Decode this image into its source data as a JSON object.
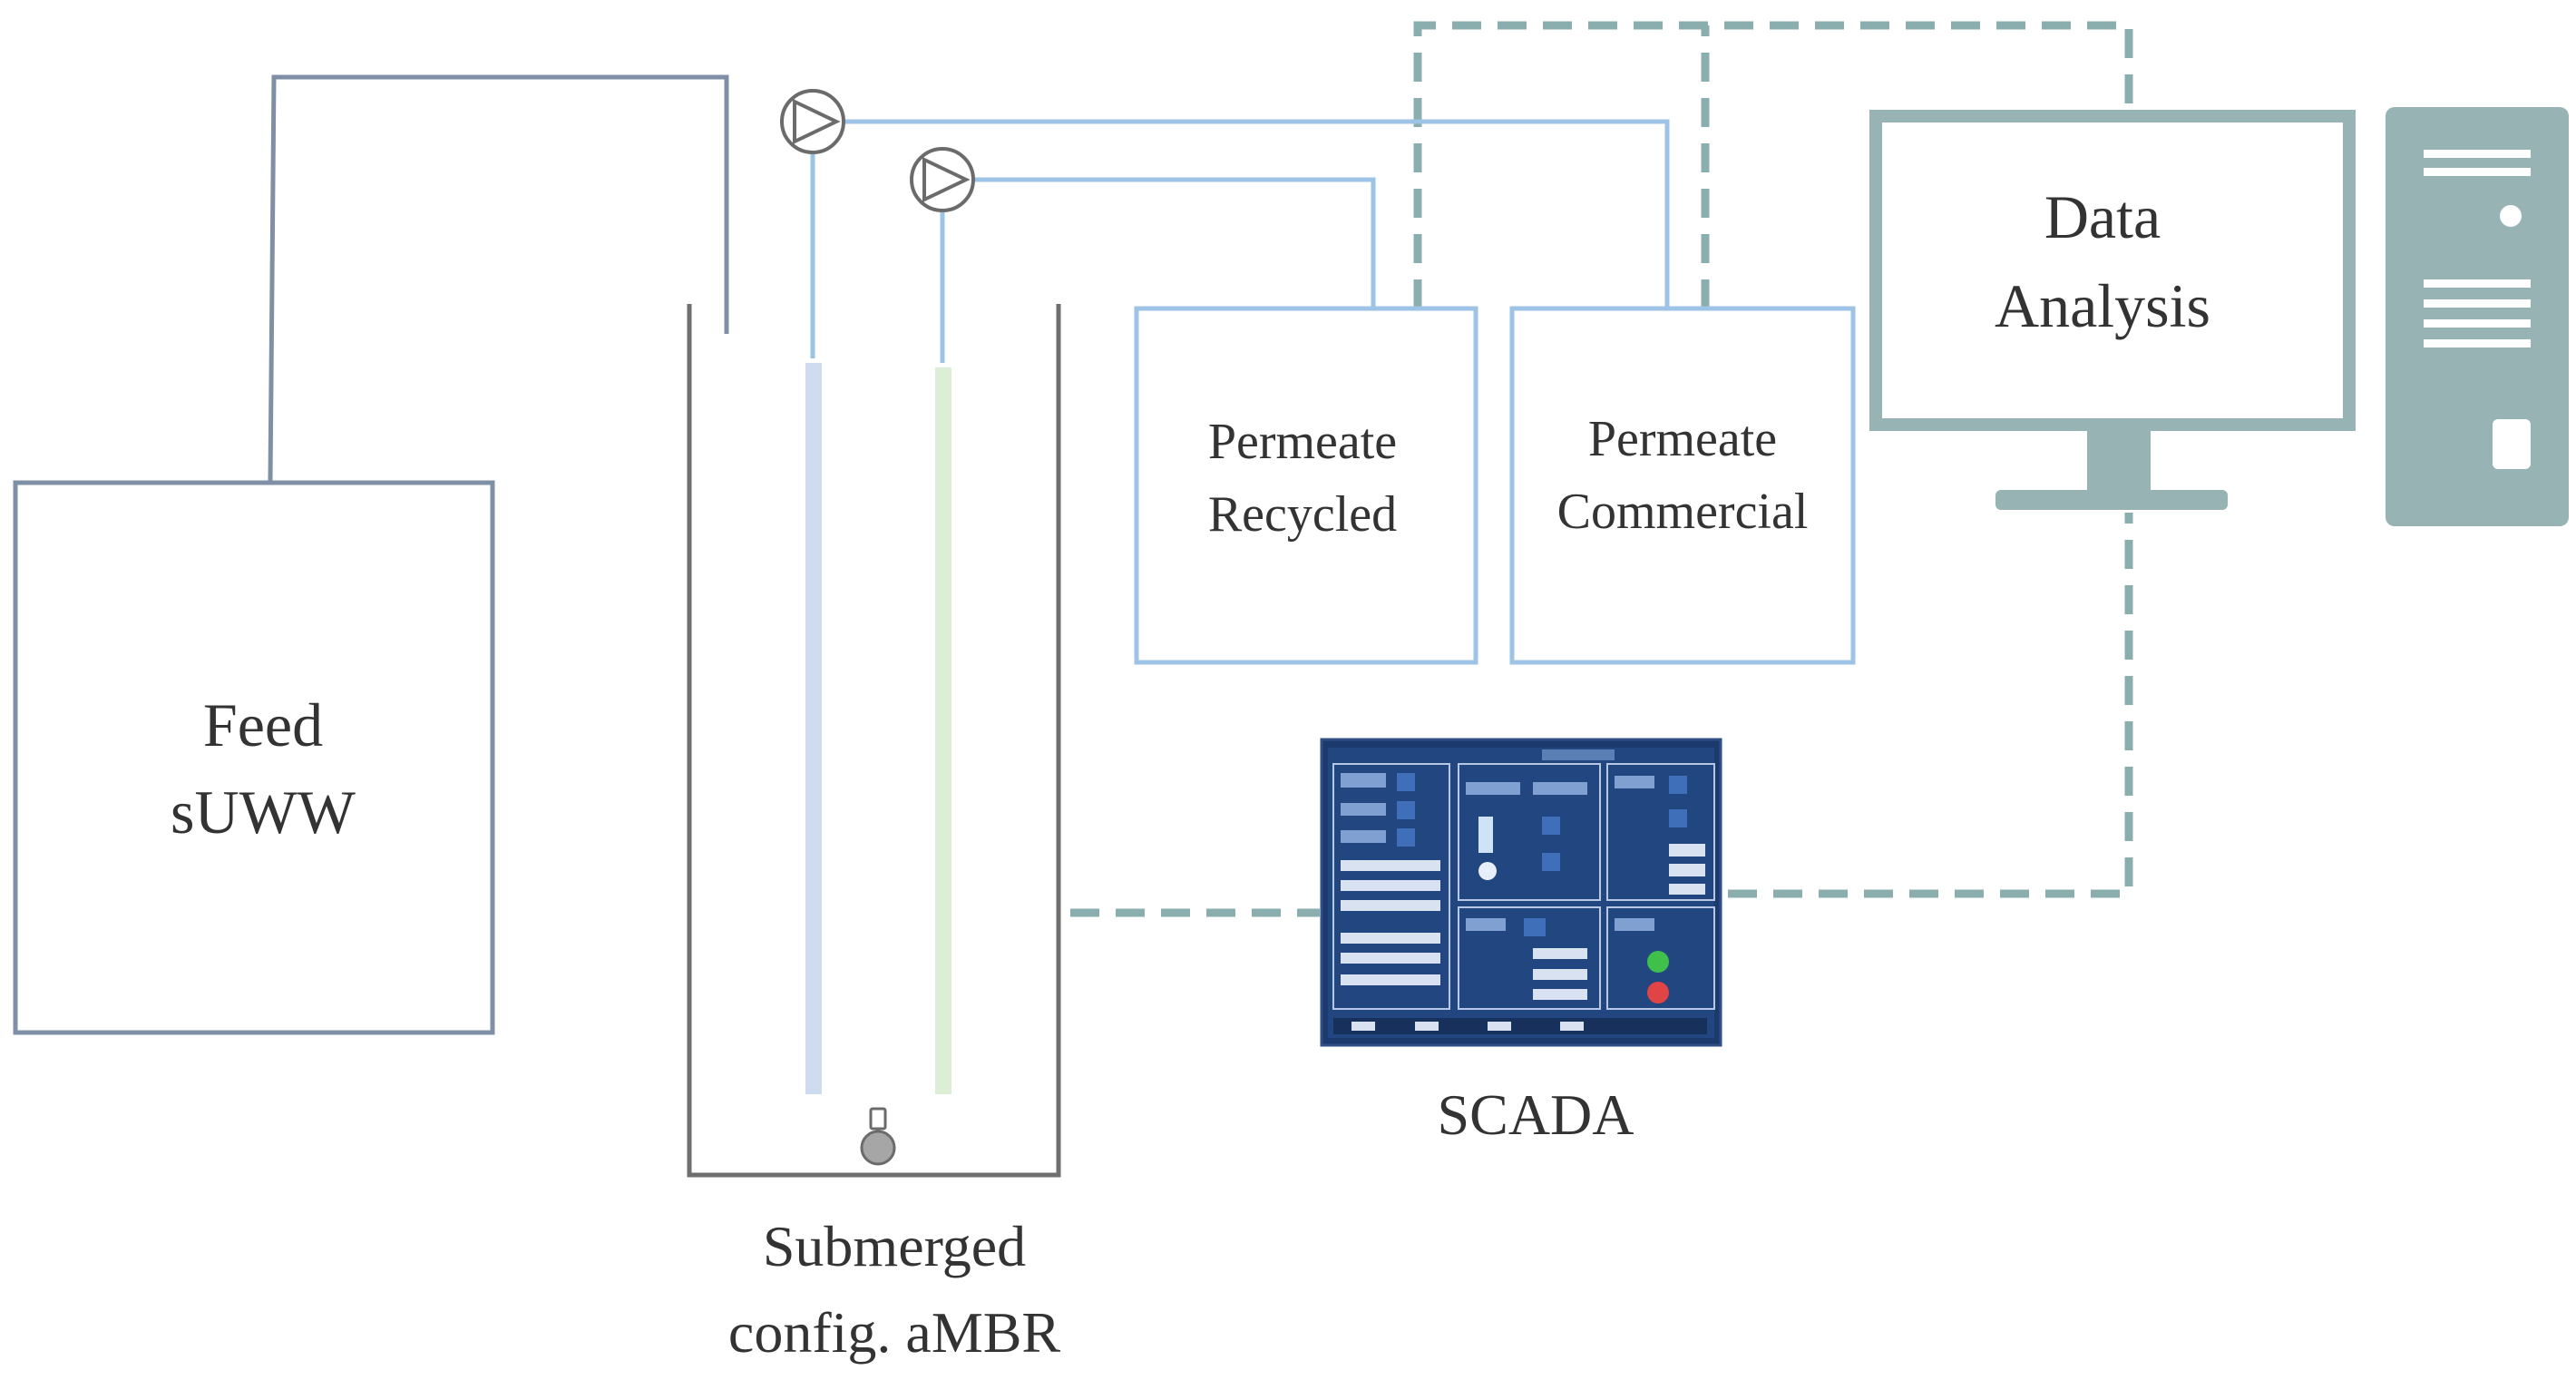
{
  "colors": {
    "tank_outline": "#7f8fa6",
    "permeate_line": "#9dc3e6",
    "signal_dashed": "#8aaeae",
    "computer_teal": "#97b3b3",
    "reactor_wall": "#6f6f6f",
    "membrane_blue": "#cfdcef",
    "membrane_green": "#dcefd6",
    "scada_screen": "#1c3a6e"
  },
  "icons": {
    "pump": "pump-icon",
    "diffuser": "air-diffuser-icon",
    "monitor": "monitor-icon",
    "server": "server-tower-icon",
    "scada": "scada-screen-icon"
  },
  "feed_tank": {
    "line1": "Feed",
    "line2": "sUWW"
  },
  "reactor": {
    "line1": "Submerged",
    "line2": "config. aMBR"
  },
  "permeate_recycled": {
    "line1": "Permeate",
    "line2": "Recycled"
  },
  "permeate_commercial": {
    "line1": "Permeate",
    "line2": "Commercial"
  },
  "data_analysis": {
    "line1": "Data",
    "line2": "Analysis"
  },
  "scada": {
    "label": "SCADA"
  }
}
